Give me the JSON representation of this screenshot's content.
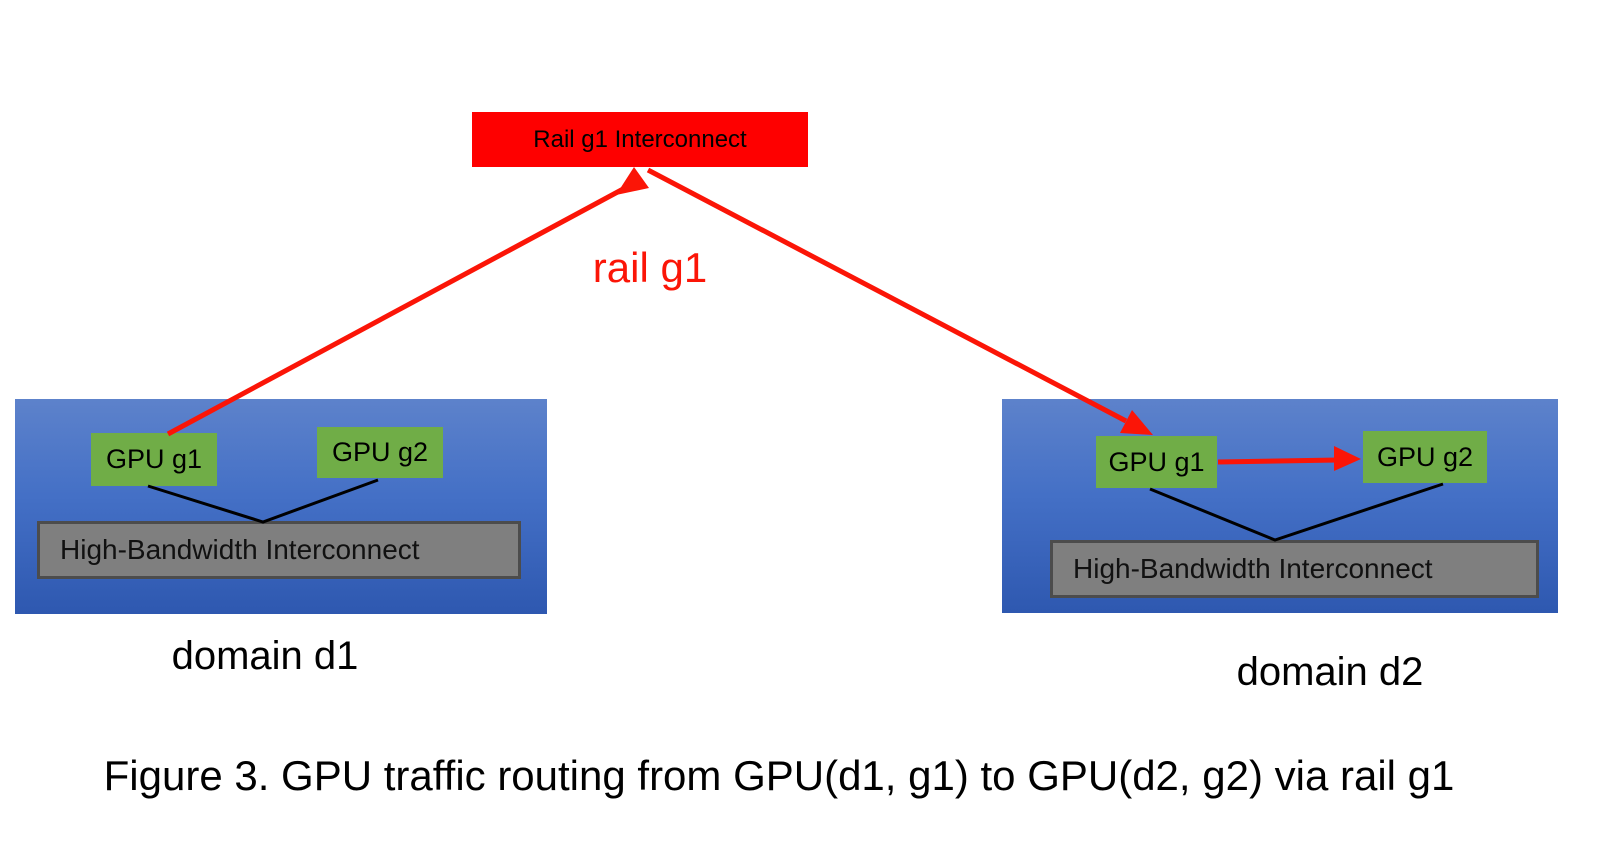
{
  "figure": {
    "caption": "Figure 3. GPU traffic routing from GPU(d1, g1) to GPU(d2, g2) via rail g1"
  },
  "rail": {
    "box_label": "Rail g1 Interconnect",
    "path_label": "rail g1"
  },
  "domains": [
    {
      "id": "d1",
      "label": "domain d1",
      "gpu1": "GPU g1",
      "gpu2": "GPU g2",
      "interconnect": "High-Bandwidth Interconnect"
    },
    {
      "id": "d2",
      "label": "domain d2",
      "gpu1": "GPU g1",
      "gpu2": "GPU g2",
      "interconnect": "High-Bandwidth Interconnect"
    }
  ],
  "colors": {
    "background": "#ffffff",
    "rail_box_fill": "#fe0000",
    "rail_box_text": "#000000",
    "arrow_red": "#fb1507",
    "rail_path_label_text": "#fb1507",
    "domain_gradient_top": "#5d82cb",
    "domain_gradient_bottom": "#2e58b0",
    "gpu_box_fill": "#70ad47",
    "gpu_box_text": "#000000",
    "interconnect_fill": "#7f7f7f",
    "interconnect_border": "#4c4c4c",
    "connector_black": "#000000",
    "caption_text": "#000000"
  }
}
